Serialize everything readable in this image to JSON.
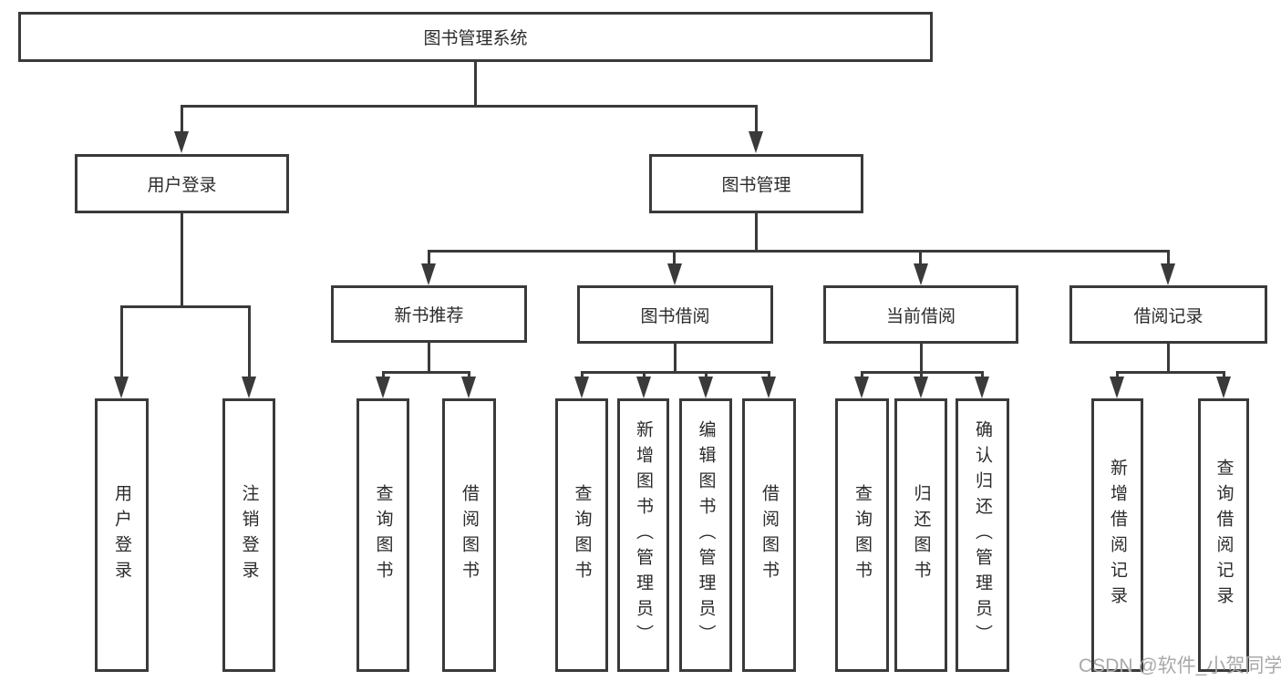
{
  "tree": {
    "root": {
      "label": "图书管理系统"
    },
    "branches": [
      {
        "label": "用户登录",
        "leaves": [
          {
            "label": "用户登录"
          },
          {
            "label": "注销登录"
          }
        ]
      },
      {
        "label": "图书管理",
        "groups": [
          {
            "label": "新书推荐",
            "leaves": [
              {
                "label": "查询图书"
              },
              {
                "label": "借阅图书"
              }
            ]
          },
          {
            "label": "图书借阅",
            "leaves": [
              {
                "label": "查询图书"
              },
              {
                "label": "新增图书（管理员）"
              },
              {
                "label": "编辑图书（管理员）"
              },
              {
                "label": "借阅图书"
              }
            ]
          },
          {
            "label": "当前借阅",
            "leaves": [
              {
                "label": "查询图书"
              },
              {
                "label": "归还图书"
              },
              {
                "label": "确认归还（管理员）"
              }
            ]
          },
          {
            "label": "借阅记录",
            "leaves": [
              {
                "label": "新增借阅记录"
              },
              {
                "label": "查询借阅记录"
              }
            ]
          }
        ]
      }
    ]
  },
  "watermark": {
    "text": "CSDN @软件_小贺同学"
  },
  "colors": {
    "stroke": "#3a3a3a",
    "text": "#2b2b2b",
    "watermark": "#a9a9a9",
    "background": "#ffffff"
  }
}
